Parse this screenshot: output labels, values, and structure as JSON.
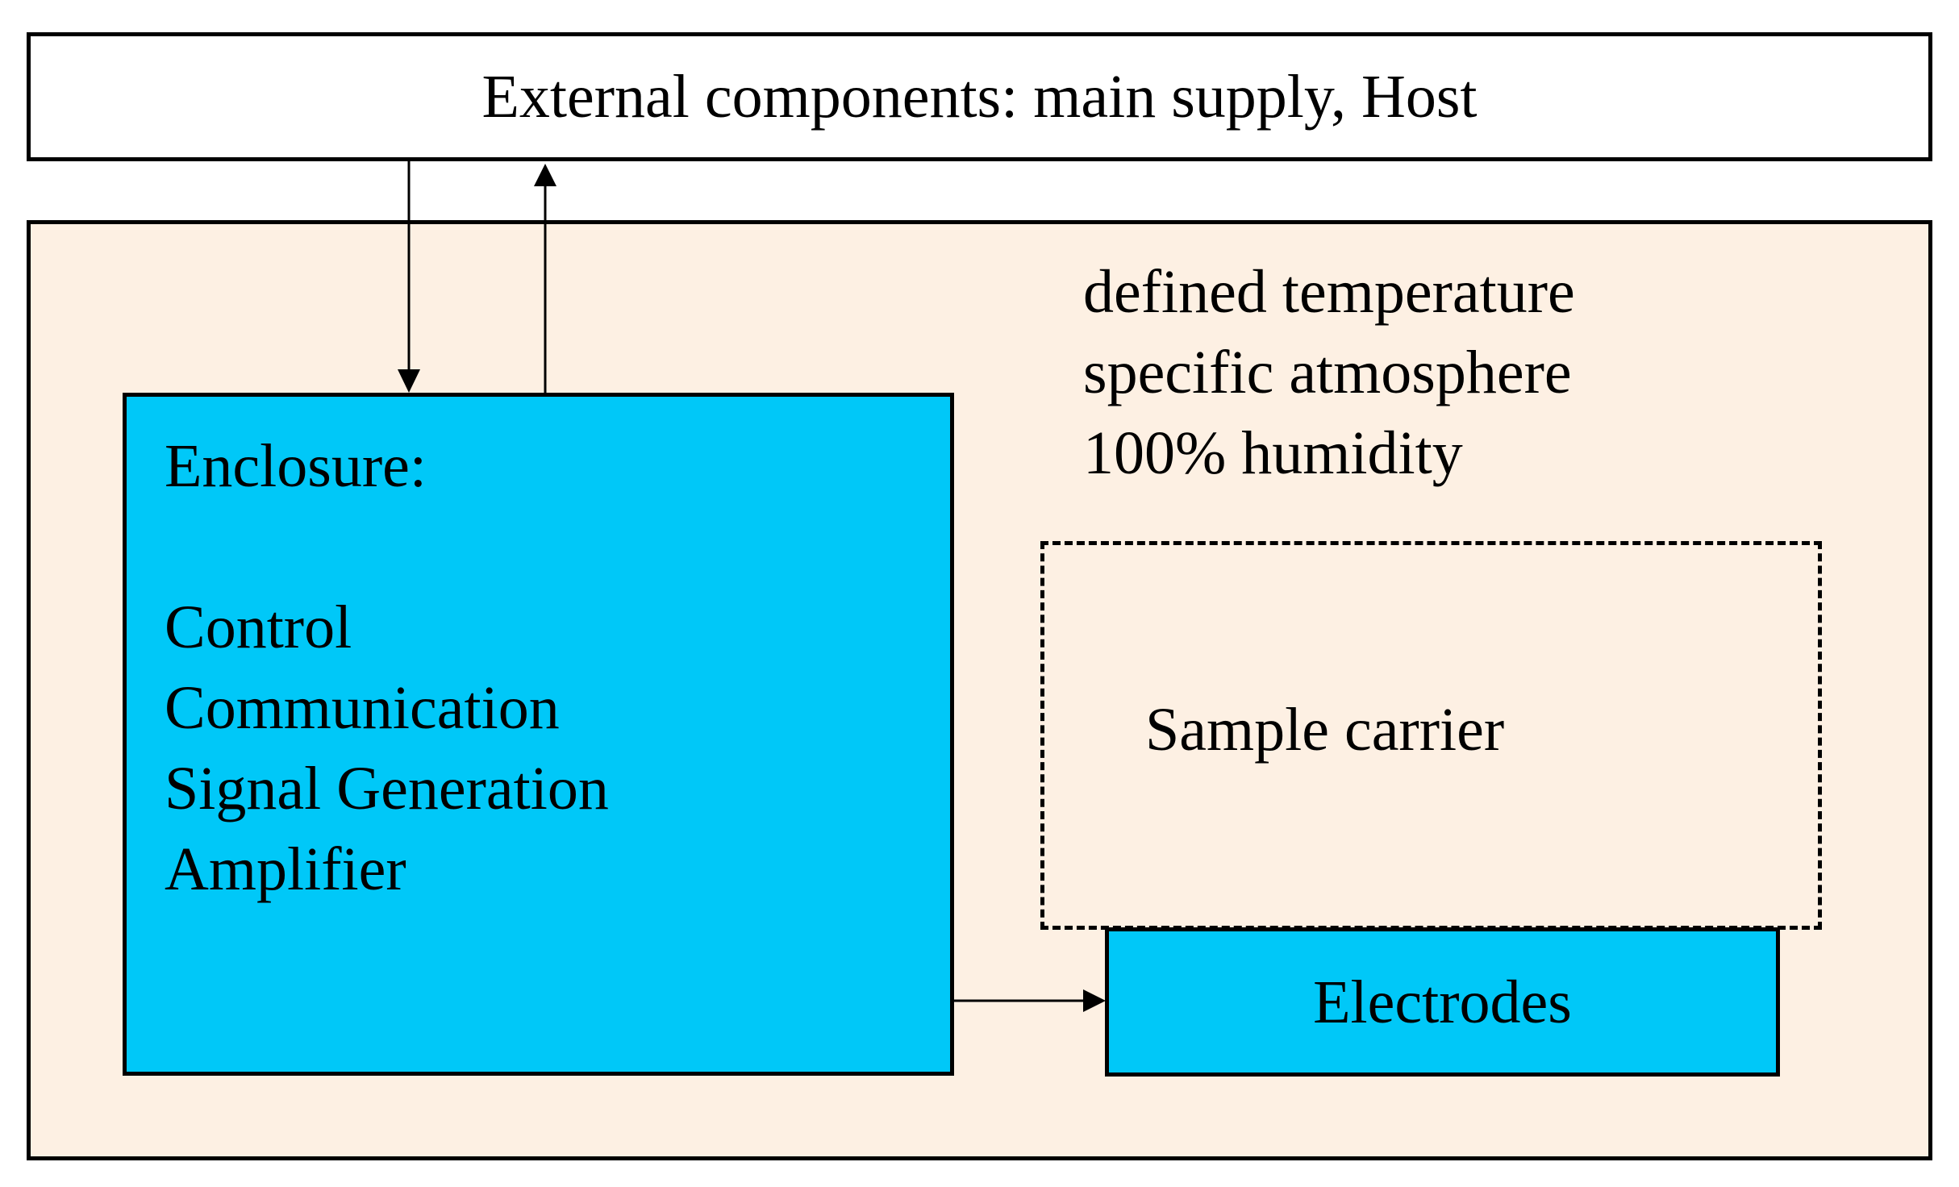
{
  "external": {
    "label": "External components: main supply, Host"
  },
  "chamber": {
    "conditions": [
      "defined temperature",
      "specific atmosphere",
      "100% humidity"
    ]
  },
  "enclosure": {
    "title": "Enclosure:",
    "functions": [
      "Control",
      "Communication",
      "Signal Generation",
      "Amplifier"
    ]
  },
  "sample_carrier": {
    "label": "Sample carrier"
  },
  "electrodes": {
    "label": "Electrodes"
  },
  "colors": {
    "chamber_fill": "#fdf0e3",
    "module_fill": "#00c8f8",
    "line": "#000000"
  }
}
